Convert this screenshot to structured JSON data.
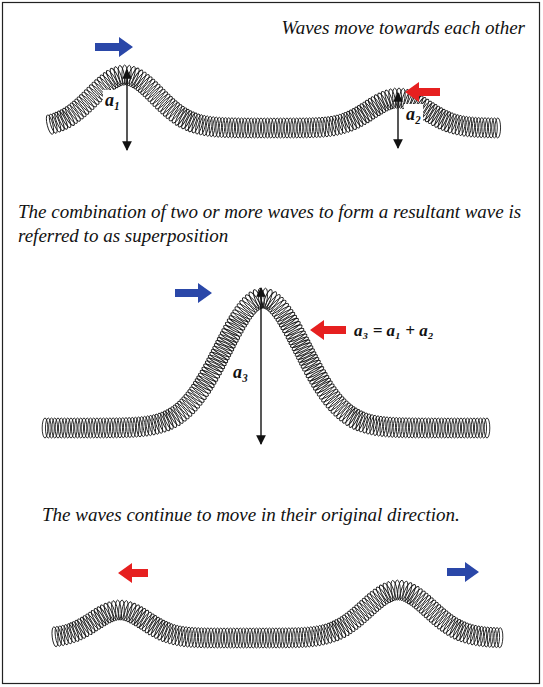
{
  "diagram": {
    "labels": [
      "Waves move towards each other",
      "a₁",
      "a₂",
      "The combination of two or more waves to form a resultant wave is referred to as superposition",
      "a₃",
      "a₃ = a₁ + a₂",
      "The waves continue to move in their original direction."
    ]
  }
}
